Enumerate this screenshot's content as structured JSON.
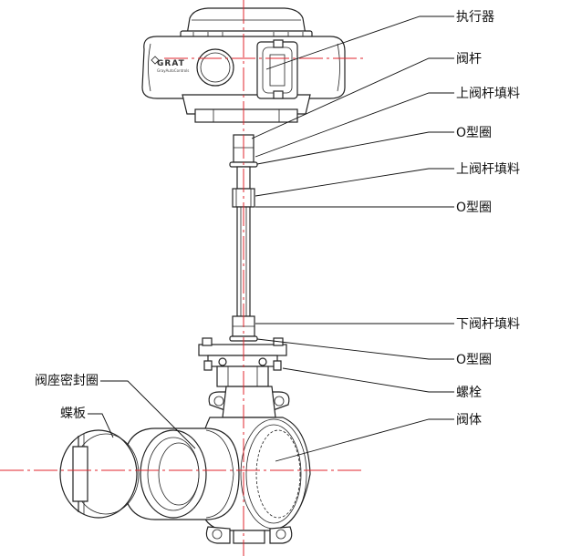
{
  "figure": {
    "brand": {
      "name": "GRAT",
      "sub": "GrayAutoControls"
    },
    "labels": {
      "actuator": "执行器",
      "stem": "阀杆",
      "upper_packing_1": "上阀杆填料",
      "o_ring_1": "O型圈",
      "upper_packing_2": "上阀杆填料",
      "o_ring_2": "O型圈",
      "lower_packing": "下阀杆填料",
      "o_ring_3": "O型圈",
      "bolt": "螺栓",
      "body": "阀体",
      "seat_seal": "阀座密封圈",
      "disc": "蝶板"
    }
  }
}
